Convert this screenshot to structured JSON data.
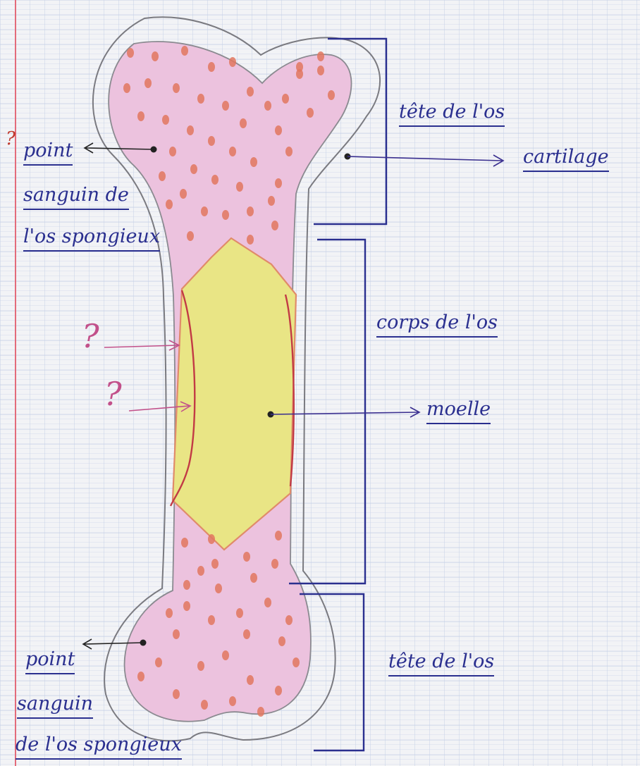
{
  "labels": {
    "head_top": "tête de l'os",
    "cartilage": "cartilage",
    "blood_point_top_line1": "point",
    "blood_point_top_line2": "sanguin de",
    "blood_point_top_line3": "l'os spongieux",
    "body": "corps de l'os",
    "marrow": "moelle",
    "head_bottom": "tête de l'os",
    "blood_point_bottom_line1": "point",
    "blood_point_bottom_line2": "sanguin",
    "blood_point_bottom_line3": "de l'os spongieux"
  },
  "questions": {
    "q_blood_point": "?",
    "q_upper": "?",
    "q_lower": "?"
  },
  "colors": {
    "ink_blue": "#2a2f8f",
    "pencil": "#7a7a80",
    "bone_pink": "#ecc2de",
    "spot_orange": "#e2775f",
    "marrow_yellow": "#e9e585",
    "red_line": "#c23a45",
    "question_pink": "#c2508a",
    "grid_blue": "#b9c6e2",
    "margin_red": "#e36b7a"
  }
}
